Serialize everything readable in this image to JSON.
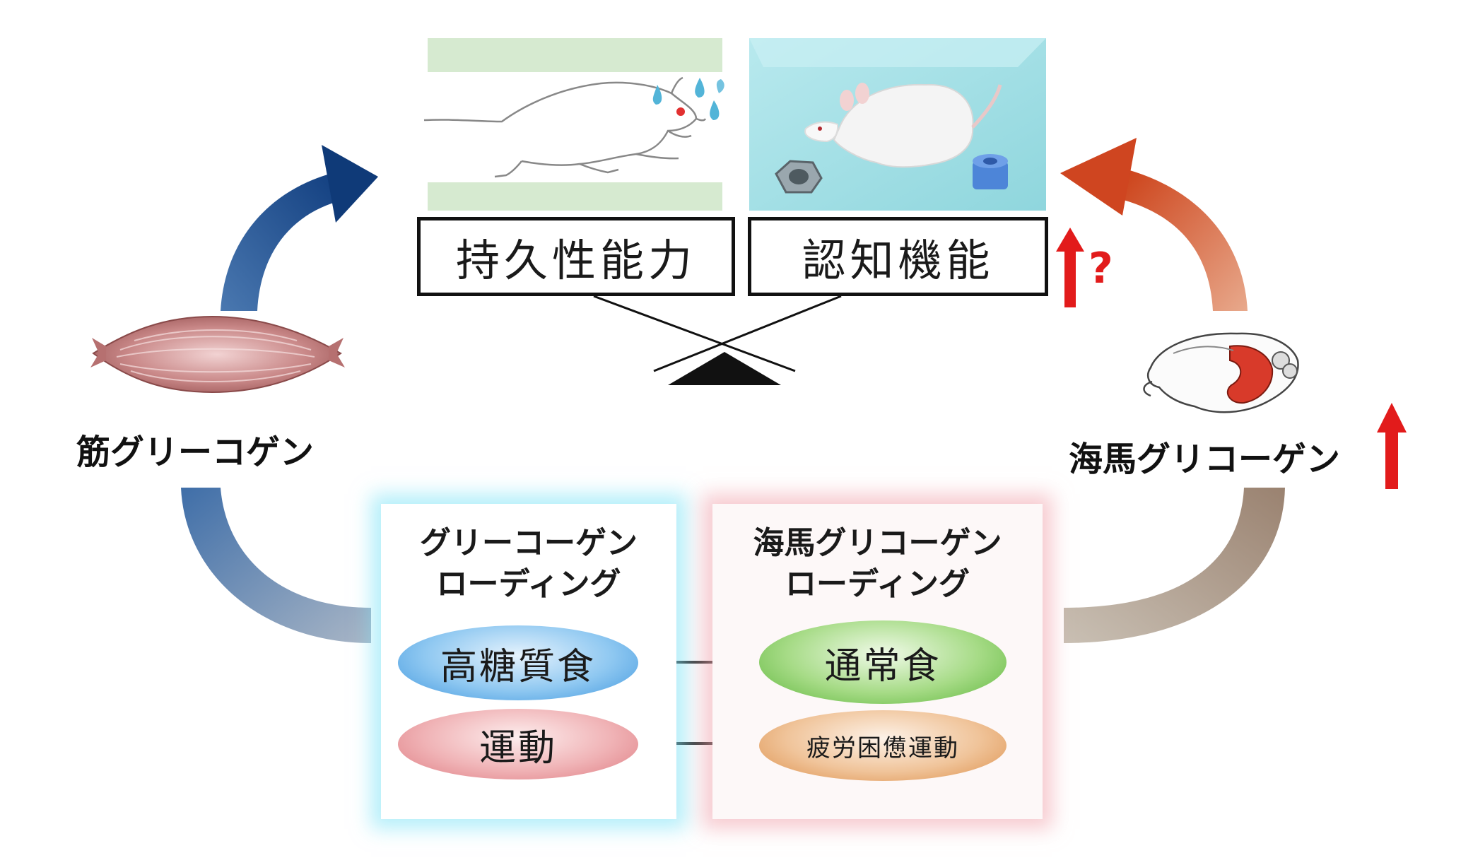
{
  "diagram": {
    "left_label": "筋グリーコゲン",
    "right_label": "海馬グリコーゲン",
    "top_boxes": [
      "持久性能力",
      "認知機能"
    ],
    "question_mark": "?",
    "left_panel": {
      "title_line1": "グリーコーゲン",
      "title_line2": "ローディング",
      "items": [
        "高糖質食",
        "運動"
      ]
    },
    "right_panel": {
      "title_line1": "海馬グリコーゲン",
      "title_line2": "ローディング",
      "items": [
        "通常食",
        "疲労困憊運動"
      ]
    }
  },
  "colors": {
    "blue_arrow": "#1a4d8c",
    "orange_arrow": "#d4532a",
    "red_up_arrow": "#e21b1b",
    "oval_blue": "#4aa3e6",
    "oval_green": "#6ec24a",
    "oval_pink": "#e48a8f",
    "oval_orange": "#e09a5a"
  }
}
